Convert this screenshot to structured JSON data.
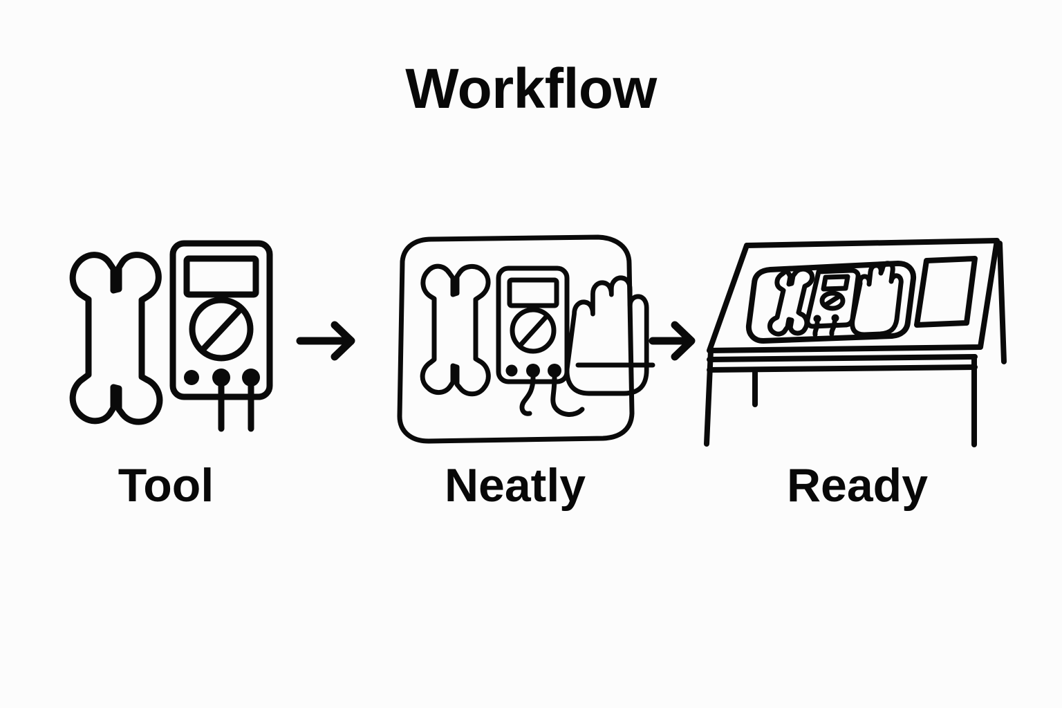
{
  "page": {
    "title": "Workflow",
    "background_color": "#fcfcfc",
    "ink_color": "#080808",
    "style": "hand-drawn black line illustration on white"
  },
  "header": {
    "title": "Workflow"
  },
  "flow": {
    "steps": [
      {
        "id": "step-tool",
        "label": "Tool",
        "icons": [
          "wrench-icon",
          "multimeter-icon"
        ],
        "description": "An open double-ended wrench beside a multimeter with display, rotary dial and two probe leads"
      },
      {
        "id": "step-neatly",
        "label": "Neatly",
        "icons": [
          "tray-icon",
          "wrench-icon",
          "multimeter-icon",
          "glove-icon"
        ],
        "description": "A rounded tray holding the wrench, multimeter with curled leads, and a safety glove"
      },
      {
        "id": "step-ready",
        "label": "Ready",
        "icons": [
          "workbench-icon",
          "tray-icon",
          "wrench-icon",
          "multimeter-icon",
          "glove-icon",
          "notepad-icon"
        ],
        "description": "A workbench in perspective with the tool tray and a blank notepad laid out on top"
      }
    ],
    "connectors": [
      {
        "id": "arrow-tool-to-neatly",
        "icon": "arrow-right-icon"
      },
      {
        "id": "arrow-neatly-to-ready",
        "icon": "arrow-right-icon"
      }
    ]
  }
}
